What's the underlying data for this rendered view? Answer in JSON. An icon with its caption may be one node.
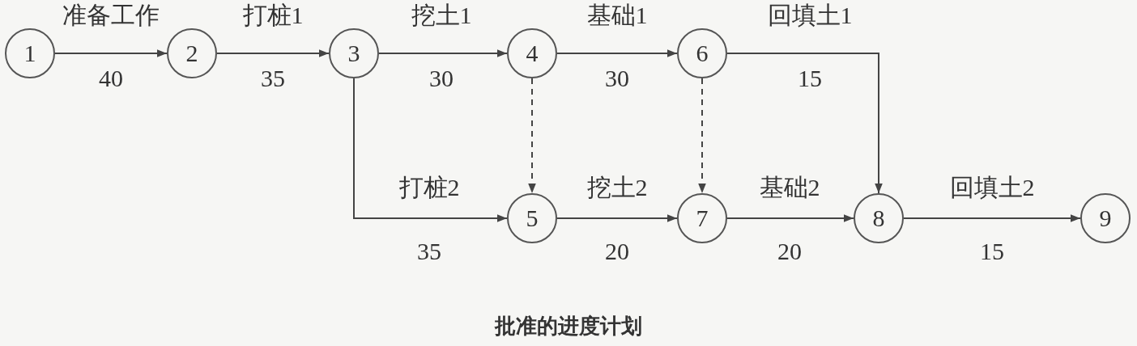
{
  "diagram": {
    "caption": "批准的进度计划",
    "nodes": [
      {
        "text": [
          "1"
        ]
      },
      {
        "text": [
          "2"
        ]
      },
      {
        "text": [
          "3"
        ]
      },
      {
        "text": [
          "4"
        ]
      },
      {
        "text": [
          "6"
        ]
      },
      {
        "text": [
          "5"
        ]
      },
      {
        "text": [
          "7"
        ]
      },
      {
        "text": [
          "8"
        ]
      },
      {
        "text": [
          "9"
        ]
      }
    ],
    "edges": [
      {
        "from": 0,
        "to": 1,
        "arrow": "to",
        "label": "准备工作"
      },
      {
        "from": 1,
        "to": 2,
        "arrow": "to",
        "label": "打桩1"
      },
      {
        "from": 2,
        "to": 3,
        "arrow": "to",
        "label": "挖土1"
      },
      {
        "from": 3,
        "to": 4,
        "arrow": "to",
        "label": "基础1"
      },
      {
        "from": 4,
        "to": 7,
        "arrow": "to",
        "label": "回填土1"
      },
      {
        "from": 2,
        "to": 5,
        "arrow": "to",
        "label": "打桩2"
      },
      {
        "from": 5,
        "to": 6,
        "arrow": "to",
        "label": "挖土2"
      },
      {
        "from": 6,
        "to": 7,
        "arrow": "to",
        "label": "基础2"
      },
      {
        "from": 7,
        "to": 8,
        "arrow": "to",
        "label": "回填土2"
      },
      {
        "from": 3,
        "to": 5,
        "arrow": "to",
        "style": "dashed"
      },
      {
        "from": 4,
        "to": 6,
        "arrow": "to",
        "style": "dashed"
      }
    ],
    "labels": [
      "40",
      "35",
      "30",
      "30",
      "15",
      "35",
      "20",
      "20",
      "15"
    ]
  }
}
